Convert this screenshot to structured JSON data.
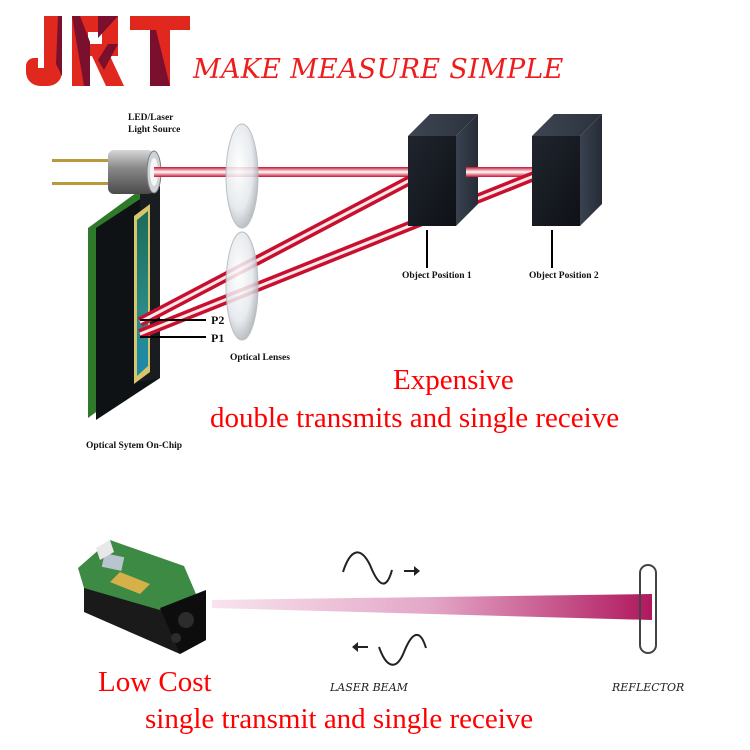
{
  "brand": {
    "logo_text": "JRT",
    "tagline": "MAKE MEASURE SIMPLE",
    "colors": {
      "red": "#e0281e",
      "maroon": "#7a0f2e",
      "tagline": "#ee1c1c"
    }
  },
  "top_diagram": {
    "light_source_label_line1": "LED/Laser",
    "light_source_label_line2": "Light Source",
    "object_position_1": "Object Position 1",
    "object_position_2": "Object Position 2",
    "p2_label": "P2",
    "p1_label": "P1",
    "lenses_label": "Optical Lenses",
    "chip_label": "Optical Sytem On-Chip",
    "headline": "Expensive",
    "subheadline": "double transmits and single receive",
    "beam_color": "#e8304a"
  },
  "bottom_diagram": {
    "headline": "Low Cost",
    "subheadline": "single transmit and single receive",
    "laser_beam_label": "LASER BEAM",
    "reflector_label": "REFLECTOR",
    "beam_color_start": "#f6dce9",
    "beam_color_end": "#b0185e"
  }
}
